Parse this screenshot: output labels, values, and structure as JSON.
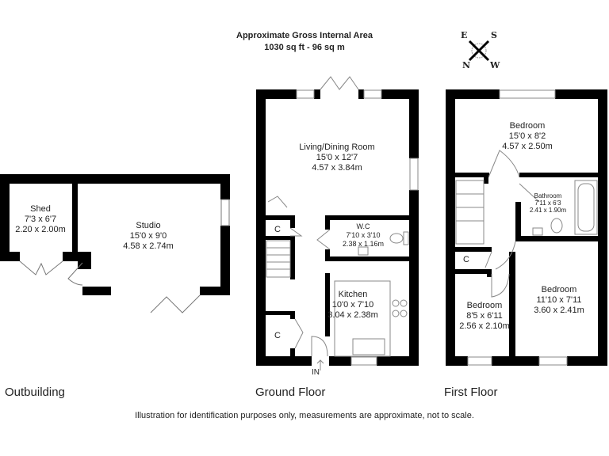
{
  "header": {
    "title": "Approximate Gross Internal Area",
    "area": "1030 sq ft - 96 sq m"
  },
  "compass": {
    "e": "E",
    "s": "S",
    "n": "N",
    "w": "W"
  },
  "floors": {
    "outbuilding": {
      "label": "Outbuilding",
      "rooms": [
        {
          "name": "Shed",
          "imperial": "7'3 x 6'7",
          "metric": "2.20 x 2.00m"
        },
        {
          "name": "Studio",
          "imperial": "15'0 x 9'0",
          "metric": "4.58 x 2.74m"
        }
      ]
    },
    "ground": {
      "label": "Ground Floor",
      "rooms": [
        {
          "name": "Living/Dining Room",
          "imperial": "15'0 x 12'7",
          "metric": "4.57 x 3.84m"
        },
        {
          "name": "W.C",
          "imperial": "7'10 x 3'10",
          "metric": "2.38 x 1.16m"
        },
        {
          "name": "Kitchen",
          "imperial": "10'0 x 7'10",
          "metric": "3.04 x 2.38m"
        }
      ],
      "cupboard": "C",
      "entrance": "IN"
    },
    "first": {
      "label": "First Floor",
      "rooms": [
        {
          "name": "Bedroom",
          "imperial": "15'0 x 8'2",
          "metric": "4.57 x 2.50m"
        },
        {
          "name": "Bathroom",
          "imperial": "7'11 x 6'3",
          "metric": "2.41 x 1.90m"
        },
        {
          "name": "Bedroom",
          "imperial": "11'10 x 7'11",
          "metric": "3.60 x 2.41m"
        },
        {
          "name": "Bedroom",
          "imperial": "8'5 x 6'11",
          "metric": "2.56 x 2.10m"
        }
      ],
      "cupboard": "C"
    }
  },
  "footer": "Illustration for identification purposes only, measurements are approximate, not to scale."
}
